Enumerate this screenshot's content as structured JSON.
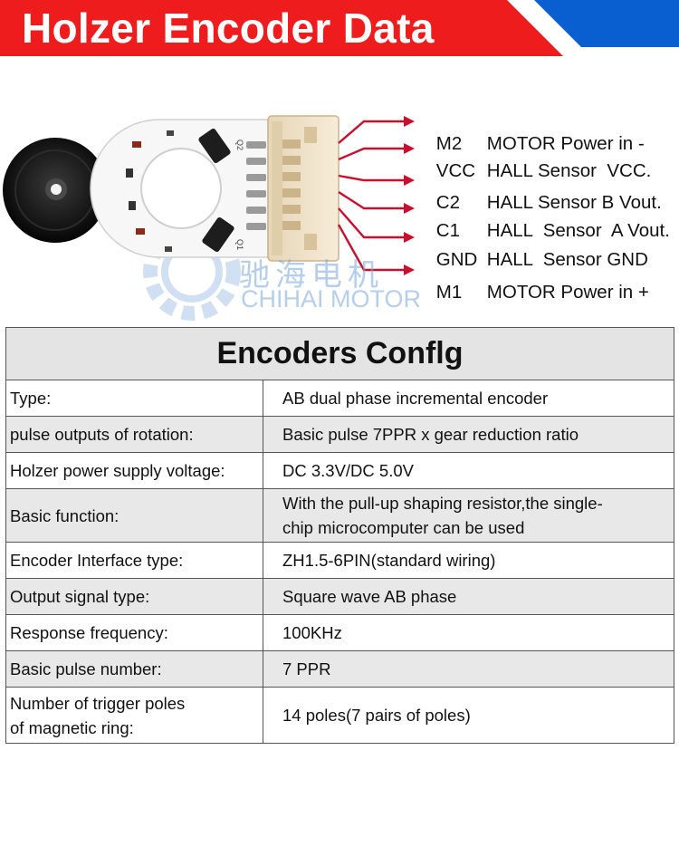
{
  "header": {
    "title": "Holzer Encoder Data",
    "colors": {
      "red": "#ee1c1c",
      "blue": "#0a5fd0",
      "white": "#ffffff"
    }
  },
  "figure": {
    "pins": [
      {
        "name": "M2",
        "desc": "MOTOR Power in -"
      },
      {
        "name": "VCC",
        "desc": "HALL Sensor  VCC."
      },
      {
        "name": "C2",
        "desc": "HALL Sensor B Vout."
      },
      {
        "name": "C1",
        "desc": "HALL  Sensor  A Vout."
      },
      {
        "name": "GND",
        "desc": "HALL  Sensor GND"
      },
      {
        "name": "M1",
        "desc": "MOTOR Power in +"
      }
    ],
    "watermark": {
      "cn": "驰海电机",
      "en": "CHIHAI MOTOR"
    },
    "board_marks": [
      "Q2",
      "Q1"
    ],
    "arrow_color": "#c8102e"
  },
  "table": {
    "title": "Encoders Conflg",
    "rows": [
      {
        "label": "Type:",
        "value": "AB dual phase incremental encoder"
      },
      {
        "label": "pulse outputs of rotation:",
        "value": "Basic pulse 7PPR x gear reduction ratio"
      },
      {
        "label": "Holzer power supply voltage:",
        "value": "DC 3.3V/DC 5.0V"
      },
      {
        "label": "Basic function:",
        "value_lines": [
          "With the pull-up shaping resistor,the single-",
          "chip microcomputer can be used"
        ]
      },
      {
        "label": "Encoder Interface type:",
        "value": "ZH1.5-6PIN(standard wiring)"
      },
      {
        "label": "Output signal type:",
        "value": "Square wave AB phase"
      },
      {
        "label": "Response frequency:",
        "value": "100KHz"
      },
      {
        "label": "Basic pulse number:",
        "value": "7 PPR"
      },
      {
        "label_lines": [
          "Number of trigger poles",
          "of magnetic ring:"
        ],
        "value": "14 poles(7 pairs of poles)"
      }
    ]
  }
}
